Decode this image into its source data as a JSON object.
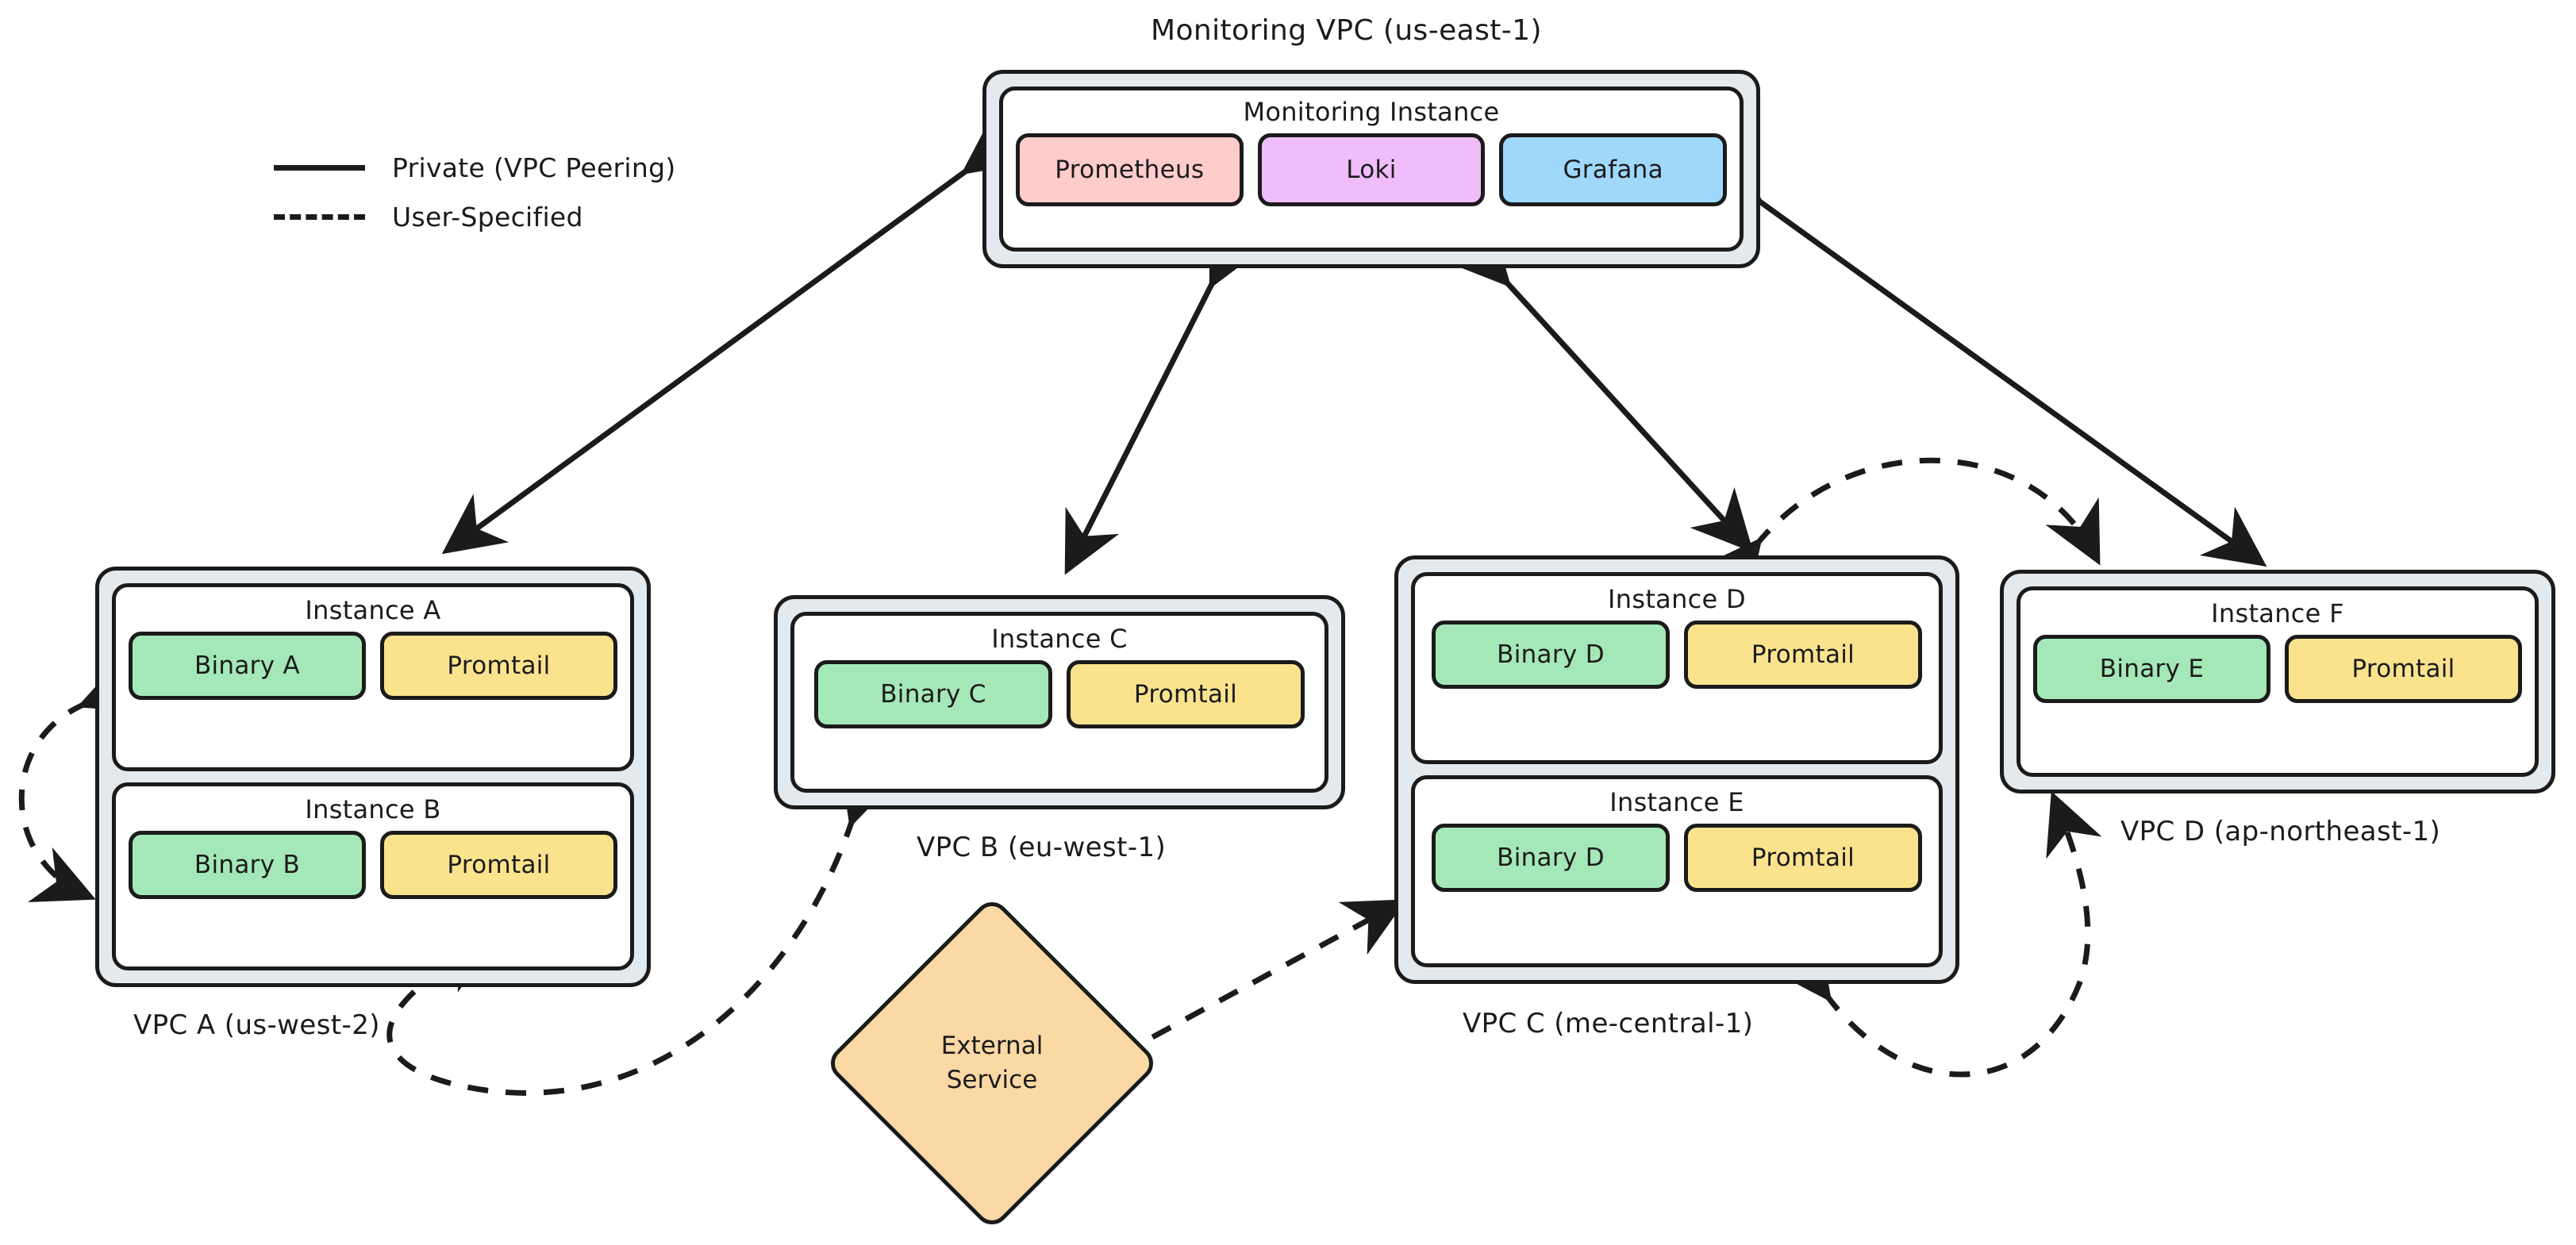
{
  "diagram": {
    "title_monitoring_vpc": "Monitoring VPC (us-east-1)",
    "legend": {
      "items": [
        {
          "style": "solid",
          "label": "Private (VPC Peering)"
        },
        {
          "style": "dashed",
          "label": "User-Specified"
        }
      ]
    },
    "monitoring": {
      "vpc_label": "Monitoring VPC (us-east-1)",
      "instance_title": "Monitoring Instance",
      "components": [
        {
          "name": "Prometheus",
          "color": "#ffcccc"
        },
        {
          "name": "Loki",
          "color": "#f0bdfa"
        },
        {
          "name": "Grafana",
          "color": "#a0d8fb"
        }
      ]
    },
    "vpcs": [
      {
        "id": "vpc-a",
        "caption": "VPC A (us-west-2)",
        "instances": [
          {
            "title": "Instance A",
            "procs": [
              {
                "name": "Binary A",
                "color": "#a5e8b8"
              },
              {
                "name": "Promtail",
                "color": "#fbe38e"
              }
            ]
          },
          {
            "title": "Instance B",
            "procs": [
              {
                "name": "Binary B",
                "color": "#a5e8b8"
              },
              {
                "name": "Promtail",
                "color": "#fbe38e"
              }
            ]
          }
        ]
      },
      {
        "id": "vpc-b",
        "caption": "VPC B (eu-west-1)",
        "instances": [
          {
            "title": "Instance C",
            "procs": [
              {
                "name": "Binary C",
                "color": "#a5e8b8"
              },
              {
                "name": "Promtail",
                "color": "#fbe38e"
              }
            ]
          }
        ]
      },
      {
        "id": "vpc-c",
        "caption": "VPC C (me-central-1)",
        "instances": [
          {
            "title": "Instance D",
            "procs": [
              {
                "name": "Binary D",
                "color": "#a5e8b8"
              },
              {
                "name": "Promtail",
                "color": "#fbe38e"
              }
            ]
          },
          {
            "title": "Instance E",
            "procs": [
              {
                "name": "Binary D",
                "color": "#a5e8b8"
              },
              {
                "name": "Promtail",
                "color": "#fbe38e"
              }
            ]
          }
        ]
      },
      {
        "id": "vpc-d",
        "caption": "VPC D (ap-northeast-1)",
        "instances": [
          {
            "title": "Instance F",
            "procs": [
              {
                "name": "Binary E",
                "color": "#a5e8b8"
              },
              {
                "name": "Promtail",
                "color": "#fbe38e"
              }
            ]
          }
        ]
      }
    ],
    "external_service": {
      "line1": "External",
      "line2": "Service",
      "color": "#fbd9a5"
    },
    "connections": [
      {
        "from": "monitoring-vpc",
        "to": "vpc-a",
        "style": "solid",
        "direction": "both"
      },
      {
        "from": "monitoring-vpc",
        "to": "vpc-b",
        "style": "solid",
        "direction": "both"
      },
      {
        "from": "monitoring-vpc",
        "to": "vpc-c",
        "style": "solid",
        "direction": "both"
      },
      {
        "from": "monitoring-vpc",
        "to": "vpc-d",
        "style": "solid",
        "direction": "both"
      },
      {
        "from": "instance-a",
        "to": "instance-b",
        "style": "dashed",
        "direction": "both"
      },
      {
        "from": "instance-c",
        "to": "instance-b",
        "style": "dashed",
        "direction": "both"
      },
      {
        "from": "external-service",
        "to": "instance-e",
        "style": "dashed",
        "direction": "to"
      },
      {
        "from": "instance-d",
        "to": "vpc-d",
        "style": "dashed",
        "direction": "both"
      },
      {
        "from": "instance-e",
        "to": "instance-f",
        "style": "dashed",
        "direction": "both"
      }
    ],
    "palette": {
      "vpc_fill": "#e4e9ee",
      "instance_fill": "#ffffff",
      "stroke": "#1b1b1b",
      "background": "#ffffff"
    }
  }
}
